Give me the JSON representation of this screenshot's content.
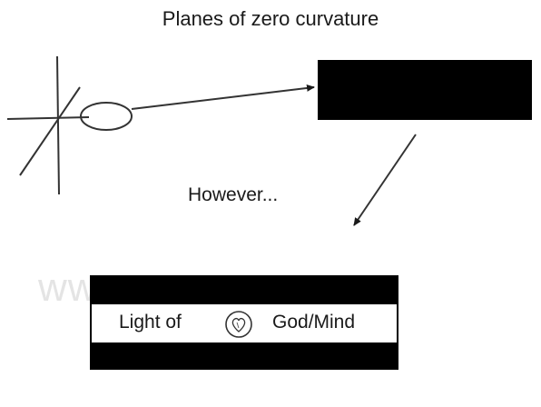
{
  "title": "Planes of zero curvature",
  "however_text": "However...",
  "watermark_text": "www.                   .com",
  "band": {
    "left_label": "Light of",
    "right_label": "God/Mind"
  },
  "icons": [
    "heart-icon"
  ],
  "colors": {
    "ink": "#1a1a1a",
    "fill": "#000000",
    "background": "#ffffff"
  }
}
